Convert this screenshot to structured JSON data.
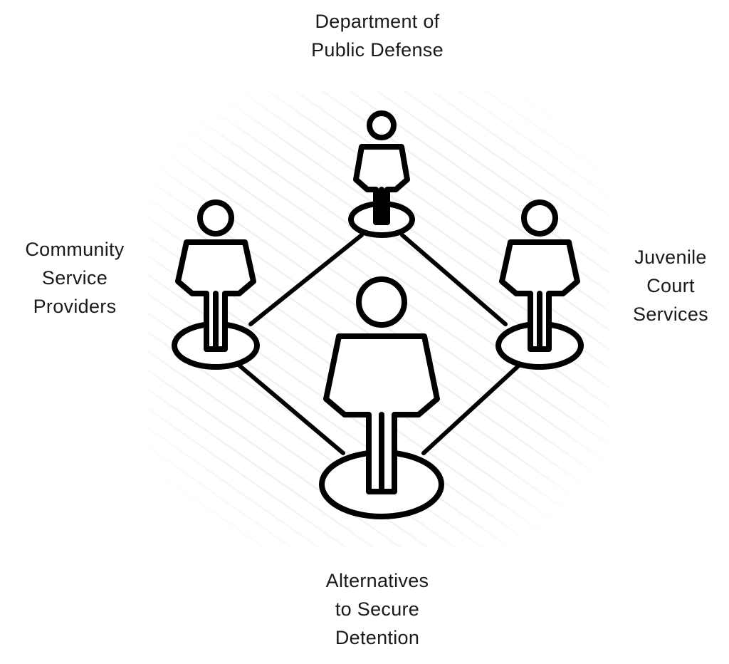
{
  "nodes": {
    "top": {
      "name": "department-of-public-defense",
      "lines": [
        "Department of",
        "Public Defense"
      ]
    },
    "left": {
      "name": "community-service-providers",
      "lines": [
        "Community",
        "Service",
        "Providers"
      ]
    },
    "right": {
      "name": "juvenile-court-services",
      "lines": [
        "Juvenile",
        "Court",
        "Services"
      ]
    },
    "bottom": {
      "name": "alternatives-to-secure-detention",
      "lines": [
        "Alternatives",
        "to Secure",
        "Detention"
      ]
    }
  },
  "icons": {
    "person": "person-icon",
    "network": "network-icon"
  },
  "colors": {
    "stroke": "#000000",
    "background": "#ffffff",
    "hatch": "#f1f1f1"
  }
}
